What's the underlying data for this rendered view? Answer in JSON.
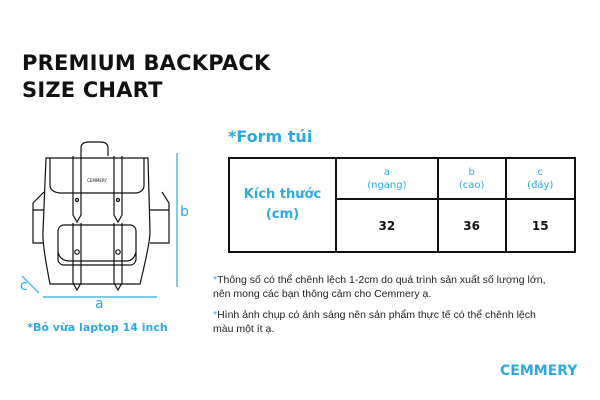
{
  "title_line1": "PREMIUM BACKPACK",
  "title_line2": "SIZE CHART",
  "form_label": "*Form túi",
  "table": {
    "row_header": "Kích thước",
    "row_unit": "(cm)",
    "columns": [
      {
        "key": "a",
        "label": "(ngang)",
        "value": "32"
      },
      {
        "key": "b",
        "label": "(cao)",
        "value": "36"
      },
      {
        "key": "c",
        "label": "(đáy)",
        "value": "15"
      }
    ]
  },
  "notes": [
    {
      "star": "*",
      "line1": "Thông số có thể chênh lệch 1-2cm do quá trình sản xuất số lượng lớn,",
      "line2": "nên mong các bạn thông cảm cho Cemmery ạ."
    },
    {
      "star": "*",
      "line1": "Hình ảnh chụp có ánh sáng nên sản phẩm thực tế có thể chênh lệch",
      "line2": "màu một ít ạ."
    }
  ],
  "dimension_labels": {
    "a": "a",
    "b": "b",
    "c": "c"
  },
  "bag_logo": "CEMMERY",
  "laptop_note": "*Bỏ vừa laptop 14 inch",
  "brand": "CEMMERY",
  "accent": "#29abe2"
}
